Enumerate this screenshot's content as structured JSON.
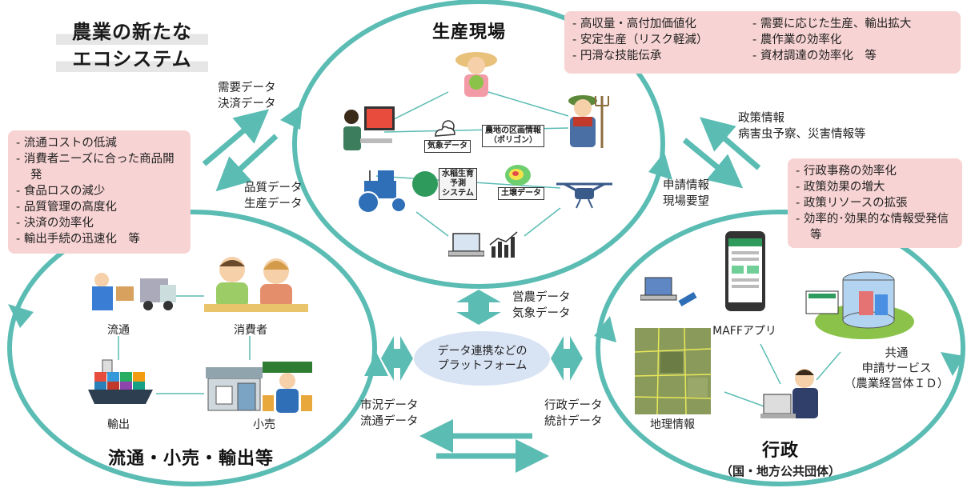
{
  "title": {
    "line1": "農業の新たな",
    "line2": "エコシステム"
  },
  "production": {
    "title": "生産現場",
    "tags": {
      "weather": "気象データ",
      "field_map_1": "農地の区画情報",
      "field_map_2": "（ポリゴン）",
      "soil": "土壌データ",
      "model_1": "水稲生育",
      "model_2": "予測",
      "model_3": "システム"
    }
  },
  "distribution": {
    "title": "流通・小売・輸出等",
    "labels": {
      "logistics": "流通",
      "consumer": "消費者",
      "export": "輸出",
      "retail": "小売"
    }
  },
  "government": {
    "title": "行政",
    "subtitle": "（国・地方公共団体）",
    "labels": {
      "app": "MAFFアプリ",
      "gis": "地理情報",
      "svc_1": "共通",
      "svc_2": "申請サービス",
      "svc_3": "（農業経営体ＩＤ）"
    }
  },
  "platform": {
    "line1": "データ連携などの",
    "line2": "プラットフォーム"
  },
  "flows": {
    "demand_1": "需要データ",
    "demand_2": "決済データ",
    "quality_1": "品質データ",
    "quality_2": "生産データ",
    "policy_1": "政策情報",
    "policy_2": "病害虫予察、災害情報等",
    "apply_1": "申請情報",
    "apply_2": "現場要望",
    "farm_1": "営農データ",
    "farm_2": "気象データ",
    "market_1": "市況データ",
    "market_2": "流通データ",
    "admin_1": "行政データ",
    "admin_2": "統計データ"
  },
  "benefits_production": {
    "col1": [
      "高収量・高付加価値化",
      "安定生産（リスク軽減）",
      "円滑な技能伝承"
    ],
    "col2": [
      "需要に応じた生産、輸出拡大",
      "農作業の効率化",
      "資材調達の効率化　等"
    ]
  },
  "benefits_distribution": [
    "流通コストの低減",
    "消費者ニーズに合った商品開発",
    "食品ロスの減少",
    "品質管理の高度化",
    "決済の効率化",
    "輸出手続の迅速化　等"
  ],
  "benefits_government": [
    "行政事務の効率化",
    "政策効果の増大",
    "政策リソースの拡張",
    "効率的･効果的な情報受発信　等"
  ],
  "colors": {
    "accent": "#5bbcb4",
    "pink": "#f8d3d3",
    "platform": "#d8e3f4"
  }
}
